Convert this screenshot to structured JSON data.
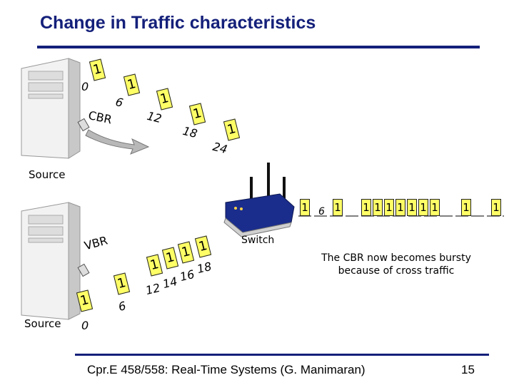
{
  "slide": {
    "title": "Change in Traffic characteristics",
    "footer": "Cpr.E 458/558: Real-Time Systems (G. Manimaran)",
    "page_number": "15"
  },
  "colors": {
    "title": "#14207a",
    "packet_fill": "#ffff66",
    "router_body": "#1a2d8c"
  },
  "labels": {
    "source_top": "Source",
    "source_bottom": "Source",
    "switch": "Switch",
    "cbr": "CBR",
    "vbr": "VBR"
  },
  "cbr_flow": {
    "packet_label": "1",
    "times": [
      "0",
      "6",
      "12",
      "18",
      "24"
    ]
  },
  "vbr_flow": {
    "packet_label": "1",
    "times": [
      "0",
      "6",
      "12",
      "14",
      "16",
      "18"
    ]
  },
  "output_sequence": {
    "packet_label": "1",
    "gap_label": "6"
  },
  "caption": {
    "line1": "The CBR now becomes bursty",
    "line2": "because of cross traffic"
  }
}
